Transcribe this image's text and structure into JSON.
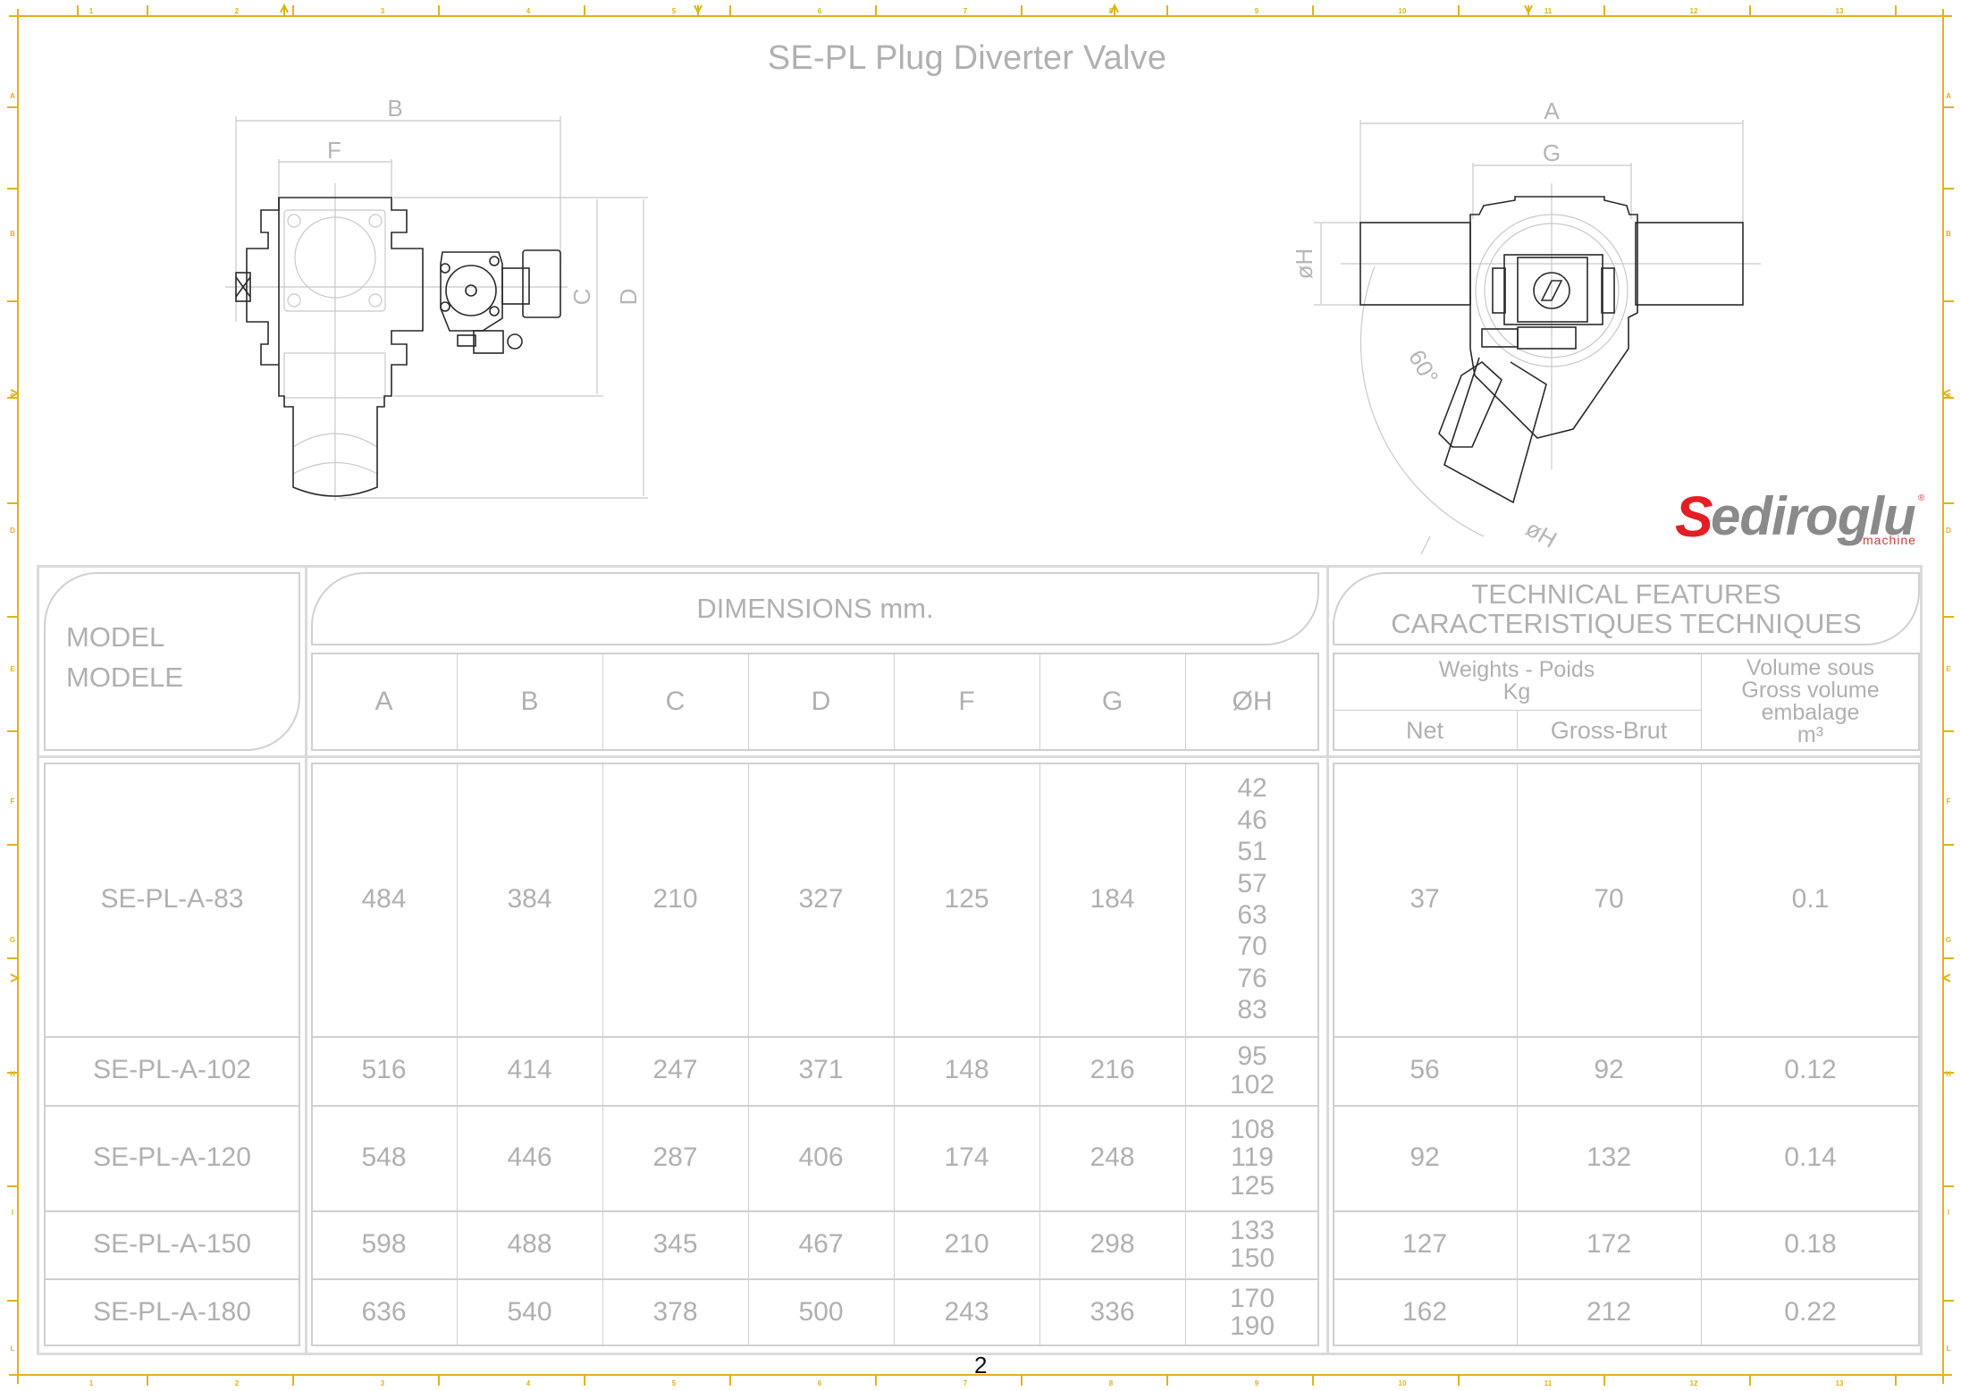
{
  "document": {
    "title": "SE-PL Plug Diverter Valve",
    "page_number": "2",
    "frame": {
      "color": "#e0b21c",
      "top_ticks": [
        "1",
        "2",
        "3",
        "4",
        "5",
        "6",
        "7",
        "8",
        "9",
        "10",
        "11",
        "12",
        "13"
      ],
      "side_ticks": [
        "A",
        "B",
        "C",
        "D",
        "E",
        "F",
        "G",
        "H",
        "I",
        "L"
      ]
    }
  },
  "drawings": {
    "side_view": {
      "dim_labels": {
        "B": "B",
        "F": "F",
        "C": "C",
        "D": "D"
      }
    },
    "top_view": {
      "dim_labels": {
        "A": "A",
        "G": "G",
        "H_left": "øH",
        "H_outlet": "øH",
        "angle": "60°"
      }
    }
  },
  "logo": {
    "mark": "S",
    "word": "ediroglu",
    "sub": "machine",
    "reg": "®",
    "colors": {
      "red": "#e31e24",
      "grey": "#8a8a8a"
    }
  },
  "table": {
    "header": {
      "model": [
        "MODEL",
        "MODELE"
      ],
      "dimensions": "DIMENSIONS mm.",
      "technical": [
        "TECHNICAL FEATURES",
        "CARACTERISTIQUES TECHNIQUES"
      ],
      "dim_columns": [
        "A",
        "B",
        "C",
        "D",
        "F",
        "G",
        "ØH"
      ],
      "weights": [
        "Weights - Poids",
        "Kg"
      ],
      "weight_columns": [
        "Net",
        "Gross-Brut"
      ],
      "volume": [
        "Volume sous",
        "Gross volume",
        "embalage",
        "m³"
      ]
    },
    "rows": [
      {
        "model": "SE-PL-A-83",
        "A": "484",
        "B": "384",
        "C": "210",
        "D": "327",
        "F": "125",
        "G": "184",
        "H": [
          "42",
          "46",
          "51",
          "57",
          "63",
          "70",
          "76",
          "83"
        ],
        "net": "37",
        "gross": "70",
        "volume": "0.1"
      },
      {
        "model": "SE-PL-A-102",
        "A": "516",
        "B": "414",
        "C": "247",
        "D": "371",
        "F": "148",
        "G": "216",
        "H": [
          "95",
          "102"
        ],
        "net": "56",
        "gross": "92",
        "volume": "0.12"
      },
      {
        "model": "SE-PL-A-120",
        "A": "548",
        "B": "446",
        "C": "287",
        "D": "406",
        "F": "174",
        "G": "248",
        "H": [
          "108",
          "119",
          "125"
        ],
        "net": "92",
        "gross": "132",
        "volume": "0.14"
      },
      {
        "model": "SE-PL-A-150",
        "A": "598",
        "B": "488",
        "C": "345",
        "D": "467",
        "F": "210",
        "G": "298",
        "H": [
          "133",
          "150"
        ],
        "net": "127",
        "gross": "172",
        "volume": "0.18"
      },
      {
        "model": "SE-PL-A-180",
        "A": "636",
        "B": "540",
        "C": "378",
        "D": "500",
        "F": "243",
        "G": "336",
        "H": [
          "170",
          "190"
        ],
        "net": "162",
        "gross": "212",
        "volume": "0.22"
      }
    ]
  }
}
